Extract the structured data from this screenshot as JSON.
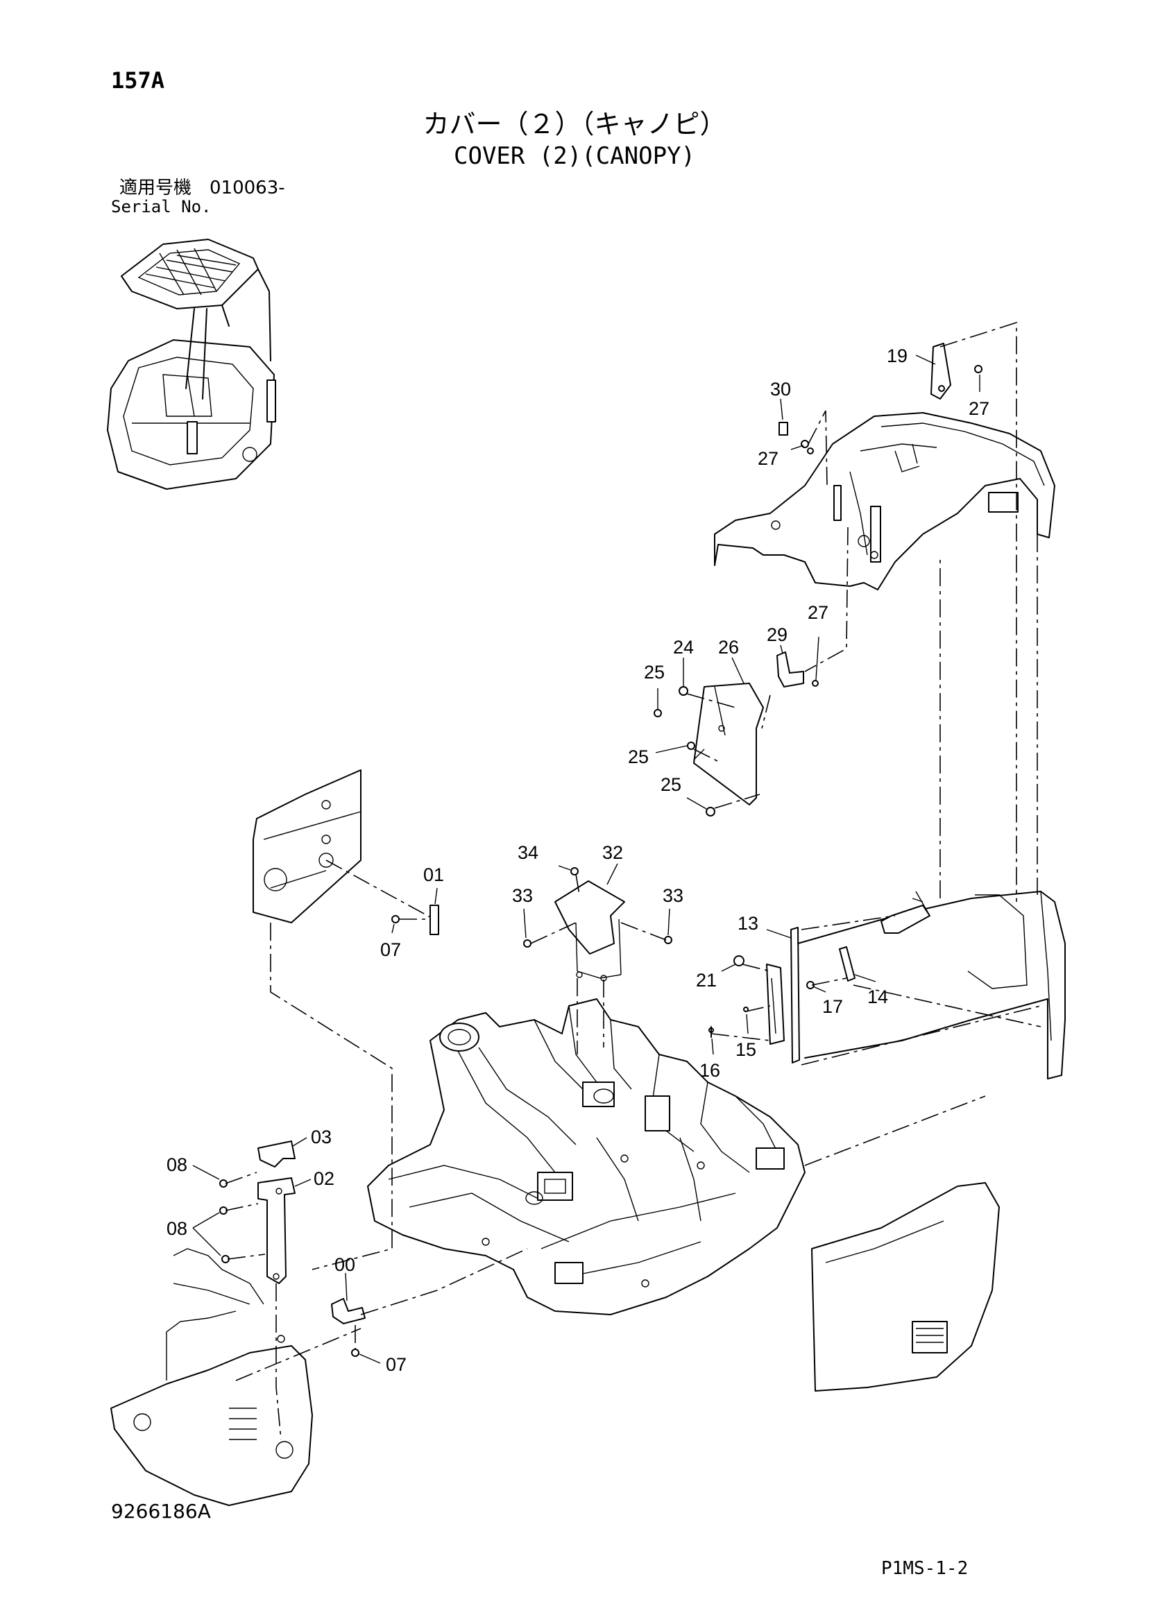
{
  "header": {
    "page_number": "157A",
    "title_jp": "カバー（２）（キャノピ）",
    "title_en": "COVER (2)(CANOPY)",
    "serial_label_jp": "適用号機　010063-",
    "serial_label_en": "Serial No."
  },
  "footer": {
    "document_number": "9266186A",
    "sheet_code": "P1MS-1-2"
  },
  "callouts": {
    "c19": "19",
    "c27a": "27",
    "c30": "30",
    "c27b": "27",
    "c29": "29",
    "c27c": "27",
    "c24": "24",
    "c26": "26",
    "c25a": "25",
    "c25b": "25",
    "c25c": "25",
    "c34": "34",
    "c32": "32",
    "c33a": "33",
    "c33b": "33",
    "c01": "01",
    "c07a": "07",
    "c13": "13",
    "c21": "21",
    "c17": "17",
    "c14": "14",
    "c16": "16",
    "c15": "15",
    "c03": "03",
    "c08a": "08",
    "c02": "02",
    "c08b": "08",
    "c00": "00",
    "c07b": "07"
  }
}
